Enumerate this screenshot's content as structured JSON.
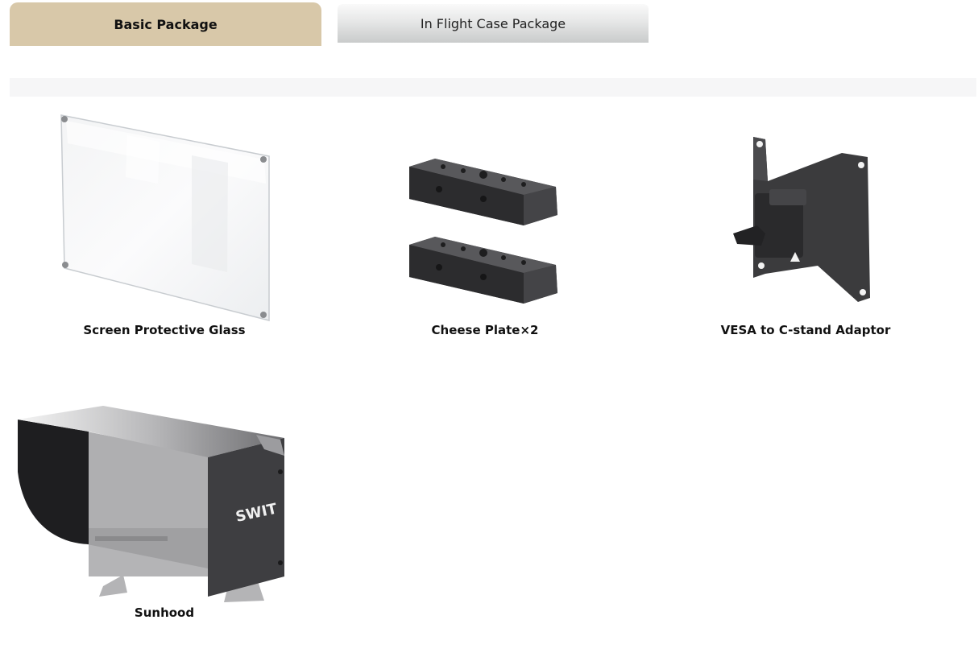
{
  "tabs": {
    "basic_label": "Basic Package",
    "flight_label": "In Flight Case Package"
  },
  "items": {
    "glass": "Screen Protective Glass",
    "cheese": "Cheese Plate×2",
    "vesa": "VESA to C-stand Adaptor",
    "sunhood": "Sunhood"
  },
  "sunhood_logo": "SWIT",
  "colors": {
    "active_tab": "#d8c8a9",
    "metal": "#3d3d3f"
  }
}
